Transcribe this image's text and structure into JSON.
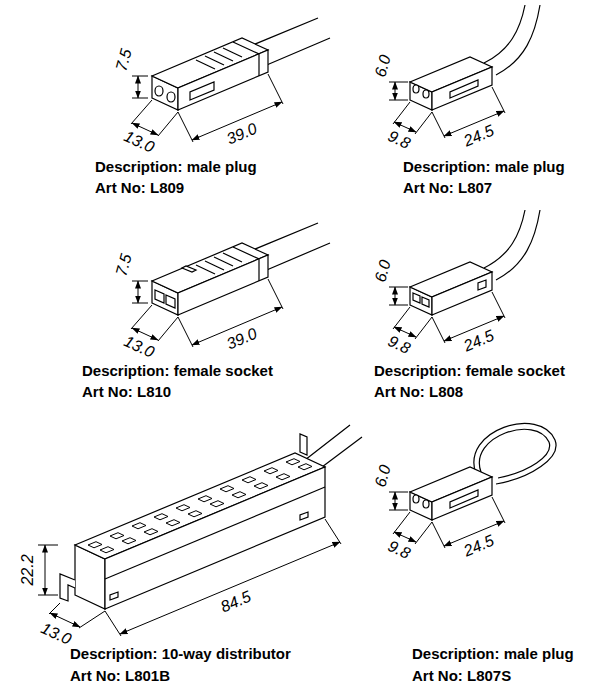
{
  "diagram": {
    "labels": [
      "7.5",
      "13.0",
      "39.0",
      "Description: male plug",
      "Art No: L809",
      "6.0",
      "9.8",
      "24.5",
      "Description: male plug",
      "Art No: L807",
      "7.5",
      "13.0",
      "39.0",
      "Description: female socket",
      "Art No: L810",
      "6.0",
      "9.8",
      "24.5",
      "Description: female socket",
      "Art No: L808",
      "22.2",
      "13.0",
      "84.5",
      "Description: 10-way distributor",
      "Art No: L801B",
      "6.0",
      "9.8",
      "24.5",
      "Description: male plug",
      "Art No: L807S"
    ]
  }
}
